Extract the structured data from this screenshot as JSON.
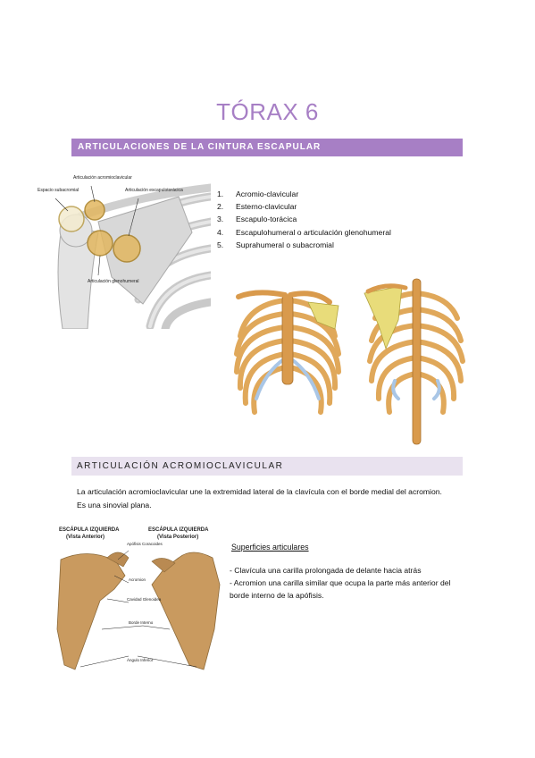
{
  "page": {
    "title": "TÓRAX 6",
    "section1": {
      "heading": "ARTICULACIONES DE LA CINTURA ESCAPULAR",
      "figure_labels": {
        "espacio": "Espacio subacromial",
        "acromioclavicular": "Articulación acromioclavicular",
        "escapulotoracica": "Articulación escapulotorácica",
        "glenohumeral": "Articulación glenohumeral"
      },
      "items": [
        {
          "num": "1.",
          "text": "Acromio-clavicular"
        },
        {
          "num": "2.",
          "text": "Esterno-clavicular"
        },
        {
          "num": "3.",
          "text": "Escapulo-torácica"
        },
        {
          "num": "4.",
          "text": "Escapulohumeral o articulación glenohumeral"
        },
        {
          "num": "5.",
          "text": "Suprahumeral o subacromial"
        }
      ]
    },
    "section2": {
      "heading": "ARTICULACIÓN ACROMIOCLAVICULAR",
      "paragraph": "La articulación acromioclavicular une la extremidad lateral de la clavícula con el borde medial del acromion. Es una sinovial plana.",
      "figure": {
        "left_title": "ESCÁPULA IZQUIERDA",
        "left_sub": "(Vista Anterior)",
        "right_title": "ESCÁPULA IZQUIERDA",
        "right_sub": "(Vista Posterior)",
        "labels": {
          "apofisis": "Apófisis Coracoides",
          "acromion": "Acromion",
          "cavidad": "Cavidad Glenoidea",
          "borde": "Borde Interno",
          "angulo": "Ángulo Inferior"
        }
      },
      "surfaces_title": "Superficies articulares",
      "surfaces": [
        "- Clavícula una carilla prolongada de delante hacia atrás",
        "- Acromion una carilla similar que ocupa la parte más anterior del borde interno de la apófisis."
      ]
    },
    "colors": {
      "accent": "#a77fc5",
      "accent_light": "#e9e2ef",
      "bone": "#e0a85a",
      "cartilage": "#a9c6e6",
      "scapula": "#e8dc7a"
    }
  }
}
